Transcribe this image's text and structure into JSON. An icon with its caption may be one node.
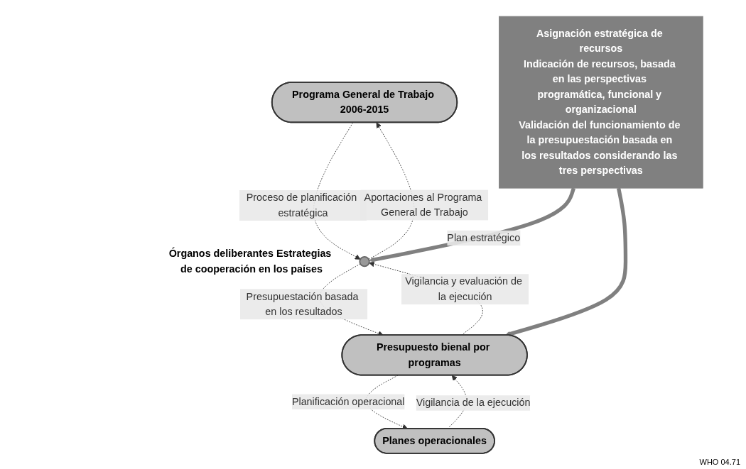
{
  "diagram": {
    "nodes": [
      {
        "text": [
          "Programa General de Trabajo 2006-2015"
        ]
      },
      {
        "text": [],
        "shape": "circle",
        "beside": [
          "Órganos deliberantes Estrategias de cooperación en los países"
        ]
      },
      {
        "text": [
          "Presupuesto bienal por programas"
        ]
      },
      {
        "text": [
          "Planes operacionales"
        ]
      },
      {
        "text": [
          "Asignación estratégica de recursos",
          "Indicación de recursos, basada en las perspectivas programática, funcional y organizacional",
          "Validación del funcionamiento de la presupuestación basada en los resultados considerando las tres perspectivas"
        ]
      }
    ],
    "edges": [
      {
        "from": 0,
        "to": 1,
        "arrow": "to",
        "style": "dashed",
        "label": "Proceso de planificación estratégica"
      },
      {
        "from": 1,
        "to": 2,
        "arrow": "to",
        "style": "dashed",
        "label": "Presupuestación basada en los resultados"
      },
      {
        "from": 2,
        "to": 3,
        "arrow": "to",
        "style": "dashed",
        "label": "Planificación operacional"
      },
      {
        "from": 1,
        "to": 0,
        "arrow": "to",
        "style": "dashed",
        "label": "Aportaciones al Programa General de Trabajo"
      },
      {
        "from": 2,
        "to": 1,
        "arrow": "to",
        "style": "dashed",
        "label": "Vigilancia y evaluación de la ejecución"
      },
      {
        "from": 3,
        "to": 2,
        "arrow": "to",
        "style": "dashed",
        "label": "Vigilancia de la ejecución"
      },
      {
        "from": 4,
        "to": 1,
        "arrow": "to",
        "style": "thick",
        "color": "#808080",
        "label": "Plan estratégico"
      },
      {
        "from": 4,
        "to": 2,
        "arrow": "to",
        "style": "thick",
        "color": "#808080"
      }
    ],
    "labels": [
      "WHO 04.71"
    ]
  }
}
